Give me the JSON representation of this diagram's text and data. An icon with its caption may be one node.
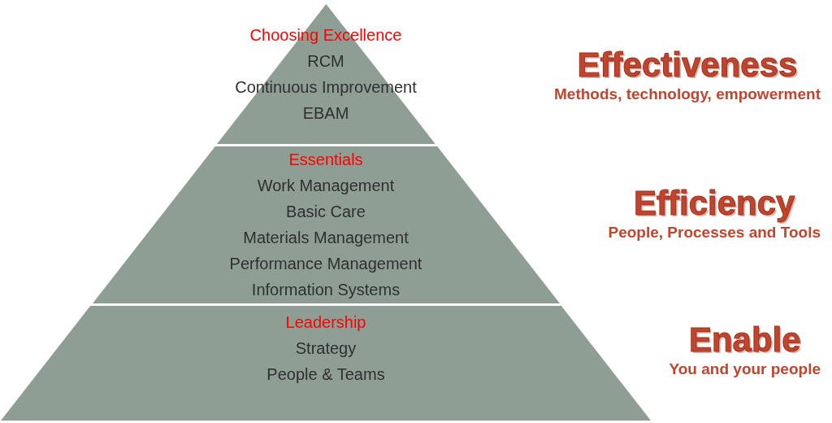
{
  "diagram": {
    "nodes": [
      {
        "text": [
          "Choosing Excellence",
          "RCM",
          "Continuous Improvement",
          "EBAM"
        ],
        "beside": [
          "Effectiveness",
          "Methods, technology, empowerment"
        ]
      },
      {
        "text": [
          "Essentials",
          "Work Management",
          "Basic Care",
          "Materials Management",
          "Performance Management",
          "Information Systems"
        ],
        "beside": [
          "Efficiency",
          "People, Processes and Tools"
        ]
      },
      {
        "text": [
          "Leadership",
          "Strategy",
          "People & Teams"
        ],
        "beside": [
          "Enable",
          "You and your people"
        ]
      }
    ]
  }
}
